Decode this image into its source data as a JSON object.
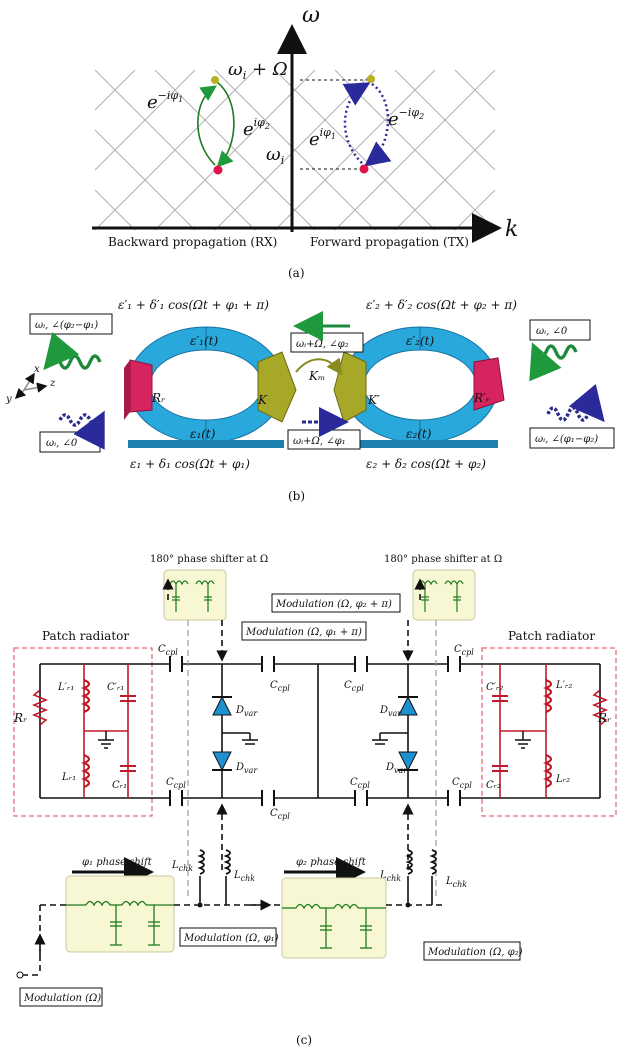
{
  "panel_a": {
    "axis_omega": "ω",
    "axis_k": "k",
    "omega_top": "ω",
    "omega_top_sub": "i",
    "omega_top_rest": " + Ω",
    "omega_bottom": "ω",
    "omega_bottom_sub": "i",
    "exp_left_1": "e",
    "exp_left_1_sup": "−iφ",
    "exp_left_1_sub": "1",
    "exp_left_2": "e",
    "exp_left_2_sup": "iφ",
    "exp_left_2_sub": "2",
    "exp_right_1": "e",
    "exp_right_1_sup": "iφ",
    "exp_right_1_sub": "1",
    "exp_right_2": "e",
    "exp_right_2_sup": "−iφ",
    "exp_right_2_sub": "2",
    "backward_label": "Backward propagation (RX)",
    "forward_label": "Forward propagation (TX)",
    "caption": "(a)",
    "colors": {
      "green": "#1e9a3c",
      "blue": "#2a2a9a",
      "red": "#e0144c",
      "olive": "#b8b020"
    }
  },
  "panel_b": {
    "eps1_prime_expr": "ε′₁ + δ′₁ cos(Ωt + φ₁ + π)",
    "eps2_prime_expr": "ε′₂ + δ′₂ cos(Ωt + φ₂ + π)",
    "eps1_expr": "ε₁ + δ₁ cos(Ωt + φ₁)",
    "eps2_expr": "ε₂ + δ₂ cos(Ωt + φ₂)",
    "ring1_top": "ε′₁(t)",
    "ring1_bottom": "ε₁(t)",
    "ring2_top": "ε′₂(t)",
    "ring2_bottom": "ε₂(t)",
    "ring1_left": "Rᵣ",
    "ring1_right": "K",
    "ring2_left": "K′",
    "ring2_right": "R′ᵣ",
    "coupling": "Kₘ",
    "box_left_top": "ωᵢ, ∠(φ₂−φ₁)",
    "box_left_bottom": "ωᵢ, ∠0",
    "box_right_top": "ωᵢ, ∠0",
    "box_right_bottom": "ωᵢ, ∠(φ₁−φ₂)",
    "box_mid_top": "ωᵢ+Ω, ∠φ₂",
    "box_mid_bottom": "ωᵢ+Ω, ∠φ₁",
    "axis_x": "x",
    "axis_y": "y",
    "axis_z": "z",
    "caption": "(b)",
    "colors": {
      "cyan": "#29a8dc",
      "magenta": "#d6245e",
      "olive": "#a8a828",
      "green": "#1e8a3c",
      "navy": "#2a2a8a"
    }
  },
  "panel_c": {
    "shifter_left_title": "180° phase shifter at Ω",
    "shifter_right_title": "180° phase shifter at Ω",
    "mod_left_top": "Modulation (Ω, φ₁ + π)",
    "mod_right_top": "Modulation (Ω, φ₂ + π)",
    "patch_left": "Patch radiator",
    "patch_right": "Patch radiator",
    "r_left": "Rᵣ",
    "r_right": "Rᵣ",
    "l_r1_prime": "L′ᵣ₁",
    "c_r1_prime": "C′ᵣ₁",
    "l_r1": "Lᵣ₁",
    "c_r1": "Cᵣ₁",
    "l_r2_prime": "L′ᵣ₂",
    "c_r2_prime": "C′ᵣ₂",
    "l_r2": "Lᵣ₂",
    "c_r2": "Cᵣ₂",
    "c_cpl": "C",
    "c_cpl_sub": "cpl",
    "d_var": "D",
    "d_var_sub": "var",
    "l_chk": "L",
    "l_chk_sub": "chk",
    "shift1_label": "φ₁ phase shift",
    "shift2_label": "φ₂ phase shift",
    "mod_left_mid": "Modulation (Ω, φ₁)",
    "mod_right_mid": "Modulation (Ω, φ₂)",
    "mod_source": "Modulation (Ω)",
    "caption": "(c)",
    "colors": {
      "red": "#c0192a",
      "green": "#1e7a1e",
      "cyan": "#1e90d0",
      "yellow": "#f7f7d4"
    }
  }
}
